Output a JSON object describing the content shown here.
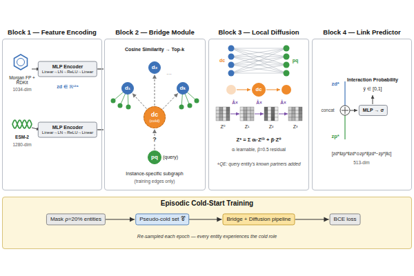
{
  "diagram": {
    "nodes": [
      {
        "text": [
          "Block 1 — Feature Encoding"
        ]
      },
      {
        "text": [
          "MLP Encoder",
          "Linear→LN→ReLU→Linear"
        ],
        "in": 0
      },
      {
        "text": [
          "MLP Encoder",
          "Linear→LN→ReLU→Linear"
        ],
        "in": 0
      },
      {
        "text": [
          "Block 2 — Bridge Module"
        ]
      },
      {
        "text": [
          "d₁"
        ],
        "in": 3
      },
      {
        "text": [
          "d₂"
        ],
        "in": 3
      },
      {
        "text": [
          "dₖ"
        ],
        "in": 3
      },
      {
        "text": [
          "dc",
          "(cold)"
        ],
        "in": 3
      },
      {
        "text": [
          "pq",
          "(query)"
        ],
        "in": 3
      },
      {
        "text": [
          "Block 3 — Local Diffusion"
        ]
      },
      {
        "text": [
          "dc"
        ],
        "in": 9
      },
      {
        "text": [
          "Block 4 — Link Predictor"
        ]
      },
      {
        "text": [
          "MLP → σ"
        ],
        "in": 11
      },
      {
        "text": [
          "Episodic Cold-Start Training"
        ]
      },
      {
        "text": [
          "Mask ρ=20% entities"
        ],
        "in": 13
      },
      {
        "text": [
          "Pseudo-cold set 𝒞"
        ],
        "in": 13
      },
      {
        "text": [
          "Bridge + Diffusion pipeline"
        ],
        "in": 13
      },
      {
        "text": [
          "BCE loss"
        ],
        "in": 13
      }
    ],
    "edges": [
      {
        "from": 1,
        "to": 3,
        "arrow": "none"
      },
      {
        "from": 2,
        "to": 3,
        "arrow": "none"
      },
      {
        "from": 7,
        "to": 4,
        "arrow": "to"
      },
      {
        "from": 7,
        "to": 5,
        "arrow": "to"
      },
      {
        "from": 7,
        "to": 6,
        "arrow": "to"
      },
      {
        "from": 8,
        "to": 7,
        "label": "?",
        "arrow": "to"
      },
      {
        "from": 14,
        "to": 15,
        "arrow": "to"
      },
      {
        "from": 15,
        "to": 16,
        "arrow": "to"
      },
      {
        "from": 16,
        "to": 17,
        "arrow": "to"
      }
    ],
    "labels": [
      "Morgan FP + RDKit",
      "1034-dim",
      "ESM-2",
      "1280-dim",
      "zd ∈ ℝ¹²⁸",
      "Cosine Similarity → Top-k",
      "…",
      "Instance-specific subgraph",
      "(training edges only)",
      "dc",
      "pq",
      "Z⁰",
      "Z¹",
      "Z²",
      "Z³",
      "Â×",
      "Â×",
      "Â×",
      "Z* = Σ αₗ·Z⁽ˡ⁾ + β·Z⁰",
      "αₗ learnable, β=0.5 residual",
      "+QE: query entity's known partners added",
      "zd*",
      "zp*",
      "concat",
      "Interaction Probability",
      "ŷ ∈ [0,1]",
      "[zd*‖zp*‖zd*⊙zp*‖|zd*−zp*|‖c]",
      "513-dim",
      "Re-sampled each epoch — every entity experiences the cold role"
    ]
  }
}
